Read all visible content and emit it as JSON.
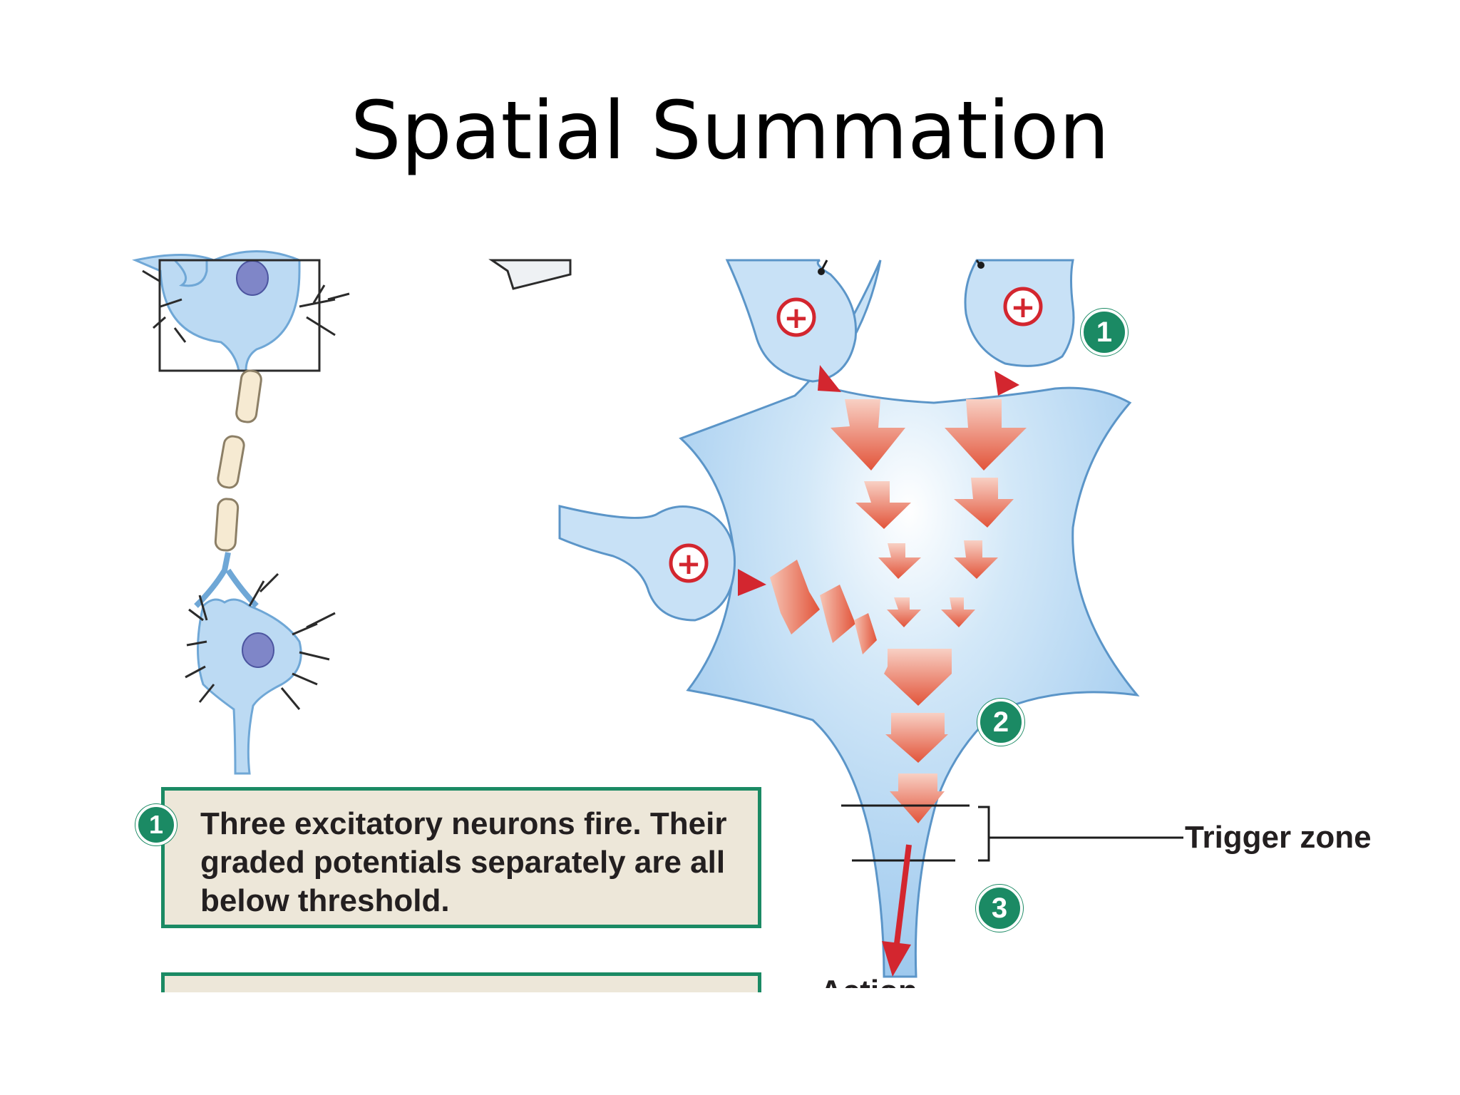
{
  "slide": {
    "title": "Spatial Summation"
  },
  "figure": {
    "step_badges": [
      "1",
      "2",
      "3"
    ],
    "charge_symbol": "+",
    "step1_text": "Three excitatory neurons fire. Their graded potentials separately are all below threshold.",
    "callout_label": "Trigger zone",
    "cut_label": "Action",
    "colors": {
      "membrane": "#bcdaf3",
      "accent_green": "#1b8a64",
      "arrow_red": "#e0352b",
      "box_bg": "#ede7d9",
      "myelin": "#f6ead2"
    }
  }
}
